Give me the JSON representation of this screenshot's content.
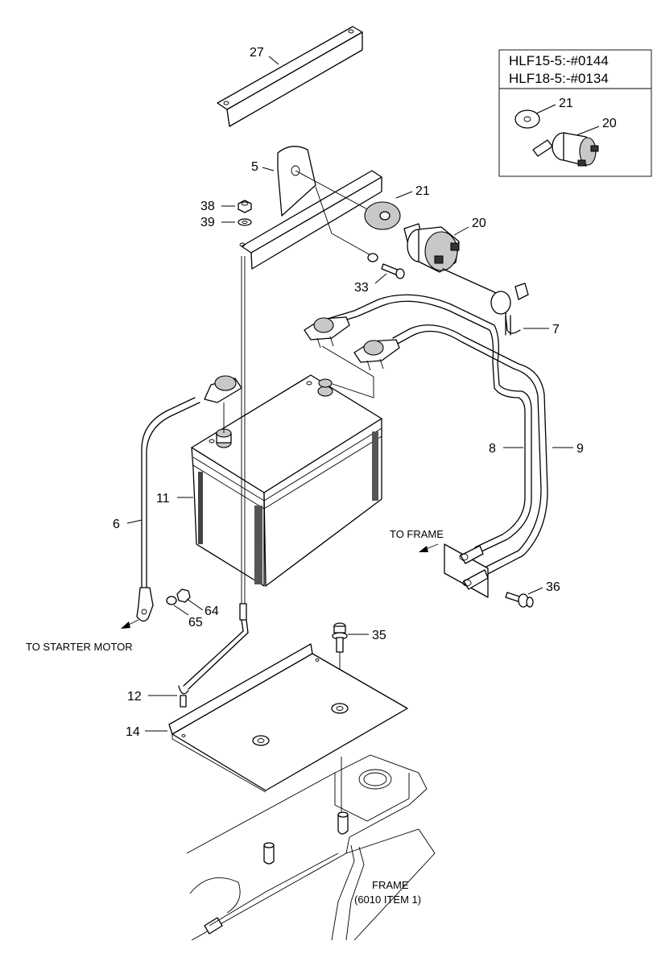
{
  "inset": {
    "line1": "HLF15-5:-#0144",
    "line2": "HLF18-5:-#0134",
    "callout_21": "21",
    "callout_20": "20"
  },
  "callouts": {
    "c27": "27",
    "c5": "5",
    "c21": "21",
    "c38": "38",
    "c39": "39",
    "c20": "20",
    "c33": "33",
    "c7": "7",
    "c8": "8",
    "c9": "9",
    "c11": "11",
    "c6": "6",
    "c64": "64",
    "c65": "65",
    "c36": "36",
    "c35": "35",
    "c12": "12",
    "c14": "14"
  },
  "notes": {
    "to_frame": "TO FRAME",
    "to_starter": "TO STARTER MOTOR",
    "frame_line1": "FRAME",
    "frame_line2": "(6010 ITEM 1)"
  }
}
